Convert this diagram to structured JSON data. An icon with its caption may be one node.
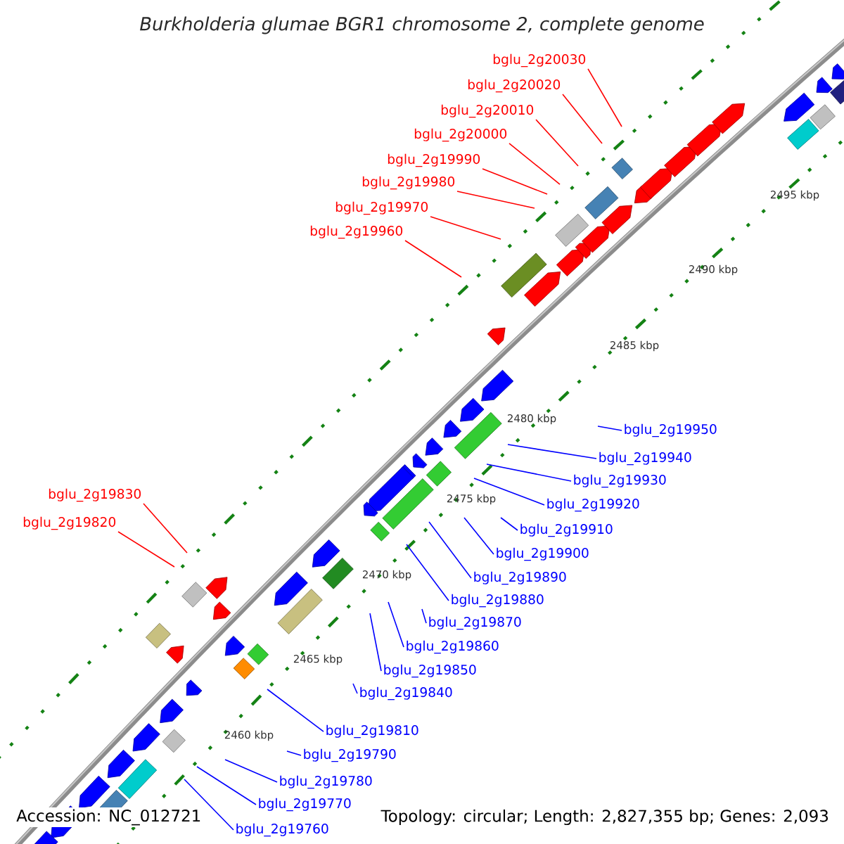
{
  "diagram": {
    "title": "Burkholderia glumae BGR1 chromosome 2, complete genome",
    "nodes": [
      {
        "text": [
          "bglu_2g20030"
        ]
      },
      {
        "text": [
          "bglu_2g20020"
        ]
      },
      {
        "text": [
          "bglu_2g20010"
        ]
      },
      {
        "text": [
          "bglu_2g20000"
        ]
      },
      {
        "text": [
          "bglu_2g19990"
        ]
      },
      {
        "text": [
          "bglu_2g19980"
        ]
      },
      {
        "text": [
          "bglu_2g19970"
        ]
      },
      {
        "text": [
          "bglu_2g19960"
        ]
      },
      {
        "text": [
          "bglu_2g19950"
        ]
      },
      {
        "text": [
          "bglu_2g19940"
        ]
      },
      {
        "text": [
          "bglu_2g19930"
        ]
      },
      {
        "text": [
          "bglu_2g19830"
        ]
      },
      {
        "text": [
          "bglu_2g19920"
        ]
      },
      {
        "text": [
          "bglu_2g19820"
        ]
      },
      {
        "text": [
          "bglu_2g19910"
        ]
      },
      {
        "text": [
          "bglu_2g19900"
        ]
      },
      {
        "text": [
          "bglu_2g19890"
        ]
      },
      {
        "text": [
          "bglu_2g19880"
        ]
      },
      {
        "text": [
          "bglu_2g19870"
        ]
      },
      {
        "text": [
          "bglu_2g19860"
        ]
      },
      {
        "text": [
          "bglu_2g19850"
        ]
      },
      {
        "text": [
          "bglu_2g19840"
        ]
      },
      {
        "text": [
          "bglu_2g19810"
        ]
      },
      {
        "text": [
          "bglu_2g19790"
        ]
      },
      {
        "text": [
          "bglu_2g19780"
        ]
      },
      {
        "text": [
          "bglu_2g19770"
        ]
      },
      {
        "text": [
          "bglu_2g19760"
        ]
      }
    ],
    "edges": [
      {
        "from": 0,
        "to": null,
        "arrow": "none",
        "color": "#ff0000"
      },
      {
        "from": 1,
        "to": null,
        "arrow": "none",
        "color": "#ff0000"
      },
      {
        "from": 2,
        "to": null,
        "arrow": "none",
        "color": "#ff0000"
      },
      {
        "from": 3,
        "to": null,
        "arrow": "none",
        "color": "#ff0000"
      },
      {
        "from": 4,
        "to": null,
        "arrow": "none",
        "color": "#ff0000"
      },
      {
        "from": 5,
        "to": null,
        "arrow": "none",
        "color": "#ff0000"
      },
      {
        "from": 6,
        "to": null,
        "arrow": "none",
        "color": "#ff0000"
      },
      {
        "from": 7,
        "to": null,
        "arrow": "none",
        "color": "#ff0000"
      },
      {
        "from": 8,
        "to": null,
        "arrow": "none"
      },
      {
        "from": 9,
        "to": null,
        "arrow": "none"
      },
      {
        "from": 10,
        "to": null,
        "arrow": "none"
      },
      {
        "from": 11,
        "to": null,
        "arrow": "none",
        "color": "#ff0000"
      },
      {
        "from": 12,
        "to": null,
        "arrow": "none"
      },
      {
        "from": 13,
        "to": null,
        "arrow": "none",
        "color": "#ff0000"
      },
      {
        "from": 14,
        "to": null,
        "arrow": "none"
      },
      {
        "from": 15,
        "to": null,
        "arrow": "none"
      },
      {
        "from": 16,
        "to": null,
        "arrow": "none"
      },
      {
        "from": 17,
        "to": null,
        "arrow": "none"
      },
      {
        "from": 18,
        "to": null,
        "arrow": "none"
      },
      {
        "from": 19,
        "to": null,
        "arrow": "none"
      },
      {
        "from": 20,
        "to": null,
        "arrow": "none"
      },
      {
        "from": 21,
        "to": null,
        "arrow": "none"
      },
      {
        "from": 22,
        "to": null,
        "arrow": "none"
      },
      {
        "from": 23,
        "to": null,
        "arrow": "none"
      },
      {
        "from": 24,
        "to": null,
        "arrow": "none"
      },
      {
        "from": 25,
        "to": null,
        "arrow": "none"
      },
      {
        "from": 26,
        "to": null,
        "arrow": "none"
      }
    ],
    "labels": [
      "2495 kbp",
      "2490 kbp",
      "2485 kbp",
      "2480 kbp",
      "2475 kbp",
      "2470 kbp",
      "2465 kbp",
      "2460 kbp",
      "Accession: NC_012721",
      "Topology: circular; Length: 2,827,355 bp; Genes: 2,093"
    ]
  }
}
